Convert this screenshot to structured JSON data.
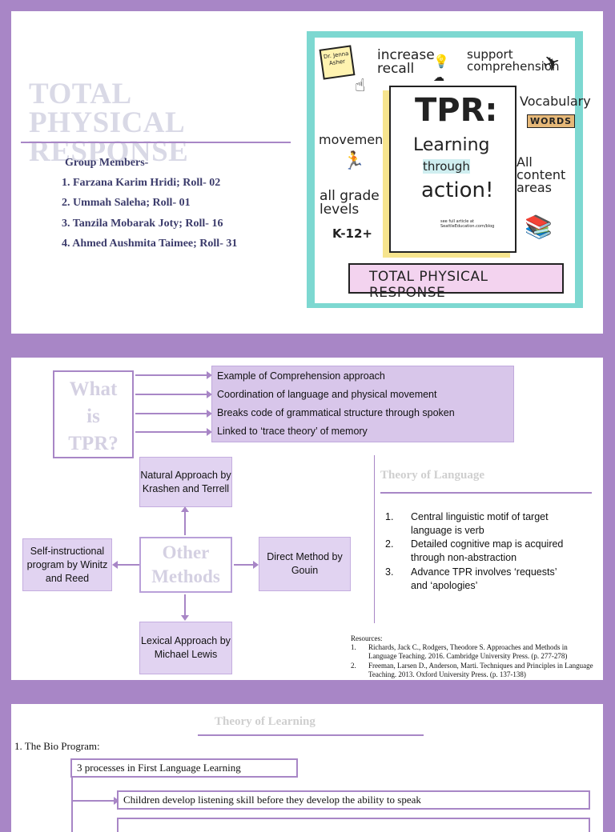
{
  "slide1": {
    "title_line1": "TOTAL PHYSICAL",
    "title_line2": "RESPONSE",
    "members_heading": "Group Members-",
    "members": [
      "1. Farzana Karim Hridi; Roll- 02",
      "2. Ummah Saleha; Roll- 01",
      "3. Tanzila Mobarak Joty; Roll- 16",
      "4. Ahmed Aushmita Taimee; Roll- 31"
    ],
    "poster": {
      "badge": "Dr. Jenna Asher",
      "increase_recall": "increase recall",
      "support_comprehension": "support comprehension",
      "vocabulary": "Vocabulary",
      "words": "WORDS",
      "movement": "movement",
      "all_grade_levels": "all grade levels",
      "k12": "K-12+",
      "all_content_areas": "All content areas",
      "tpr": "TPR:",
      "learning": "Learning",
      "through": "through",
      "action": "action!",
      "small_note": "see full article at SeattleEducation.com/blog",
      "ribbon": "TOTAL PHYSICAL RESPONSE"
    }
  },
  "slide2": {
    "what_is": [
      "What",
      "is",
      "TPR?"
    ],
    "bullets": [
      "Example of Comprehension approach",
      "Coordination of language and physical movement",
      "Breaks code of grammatical structure through spoken",
      "Linked to ‘trace theory’ of memory"
    ],
    "other_methods": [
      "Other",
      "Methods"
    ],
    "natural_approach": "Natural Approach by Krashen and Terrell",
    "self_instructional": "Self-instructional program by Winitz and Reed",
    "direct_method": "Direct Method by Gouin",
    "lexical_approach": "Lexical Approach by Michael Lewis",
    "theory_language_title": "Theory of Language",
    "theory_language_items": [
      {
        "num": "1.",
        "line1": "Central linguistic motif of target",
        "line2": "language is verb"
      },
      {
        "num": "2.",
        "line1": "Detailed cognitive map is acquired",
        "line2": "through non-abstraction"
      },
      {
        "num": "3.",
        "line1": "Advance TPR involves ‘requests’",
        "line2": "and ‘apologies’"
      }
    ],
    "resources_label": "Resources:",
    "resources": [
      {
        "num": "1.",
        "line1": "Richards, Jack C., Rodgers, Theodore S. Approaches and Methods in",
        "line2": "Language Teaching. 2016. Cambridge University Press. (p. 277-278)"
      },
      {
        "num": "2.",
        "line1": "Freeman, Larsen D., Anderson, Marti. Techniques and Principles in Language",
        "line2": "Teaching. 2013. Oxford University Press. (p. 137-138)"
      }
    ]
  },
  "slide3": {
    "title": "Theory of Learning",
    "bio_program": "1. The Bio Program:",
    "processes": "3 processes in First Language Learning",
    "children": "Children develop listening skill before they develop the ability to speak"
  },
  "colors": {
    "frame": "#a886c6",
    "box_fill": "#d8c6ea",
    "title_gray": "#d9d9e6",
    "member_text": "#3b3b6b",
    "poster_teal": "#7dd8d1"
  }
}
